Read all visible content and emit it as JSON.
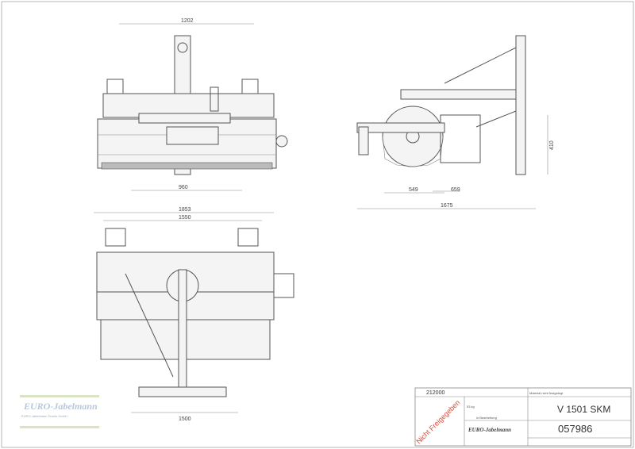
{
  "dimensions": {
    "front_top_width": "1202",
    "front_bottom_width": "960",
    "side_left": "549",
    "side_right": "659",
    "side_total": "1675",
    "side_height": "410",
    "top_overall": "1853",
    "top_inner": "1550",
    "top_bottom": "1500"
  },
  "title_block": {
    "order_number": "212000",
    "material": "Material nicht festgelegt",
    "weight": "53 kg",
    "status": "in Bearbeitung",
    "name": "V 1501 SKM",
    "drawing_number": "057986",
    "company": "EURO-Jabelmann",
    "stamp": "Nicht Freigegeben"
  },
  "watermark": {
    "brand": "EURO-Jabelmann",
    "company_line": "EURO-Jabelmann Teunis GmbH"
  },
  "colors": {
    "stamp": "#d94a3a",
    "watermark": "#b8c8dc",
    "line": "#555555"
  }
}
